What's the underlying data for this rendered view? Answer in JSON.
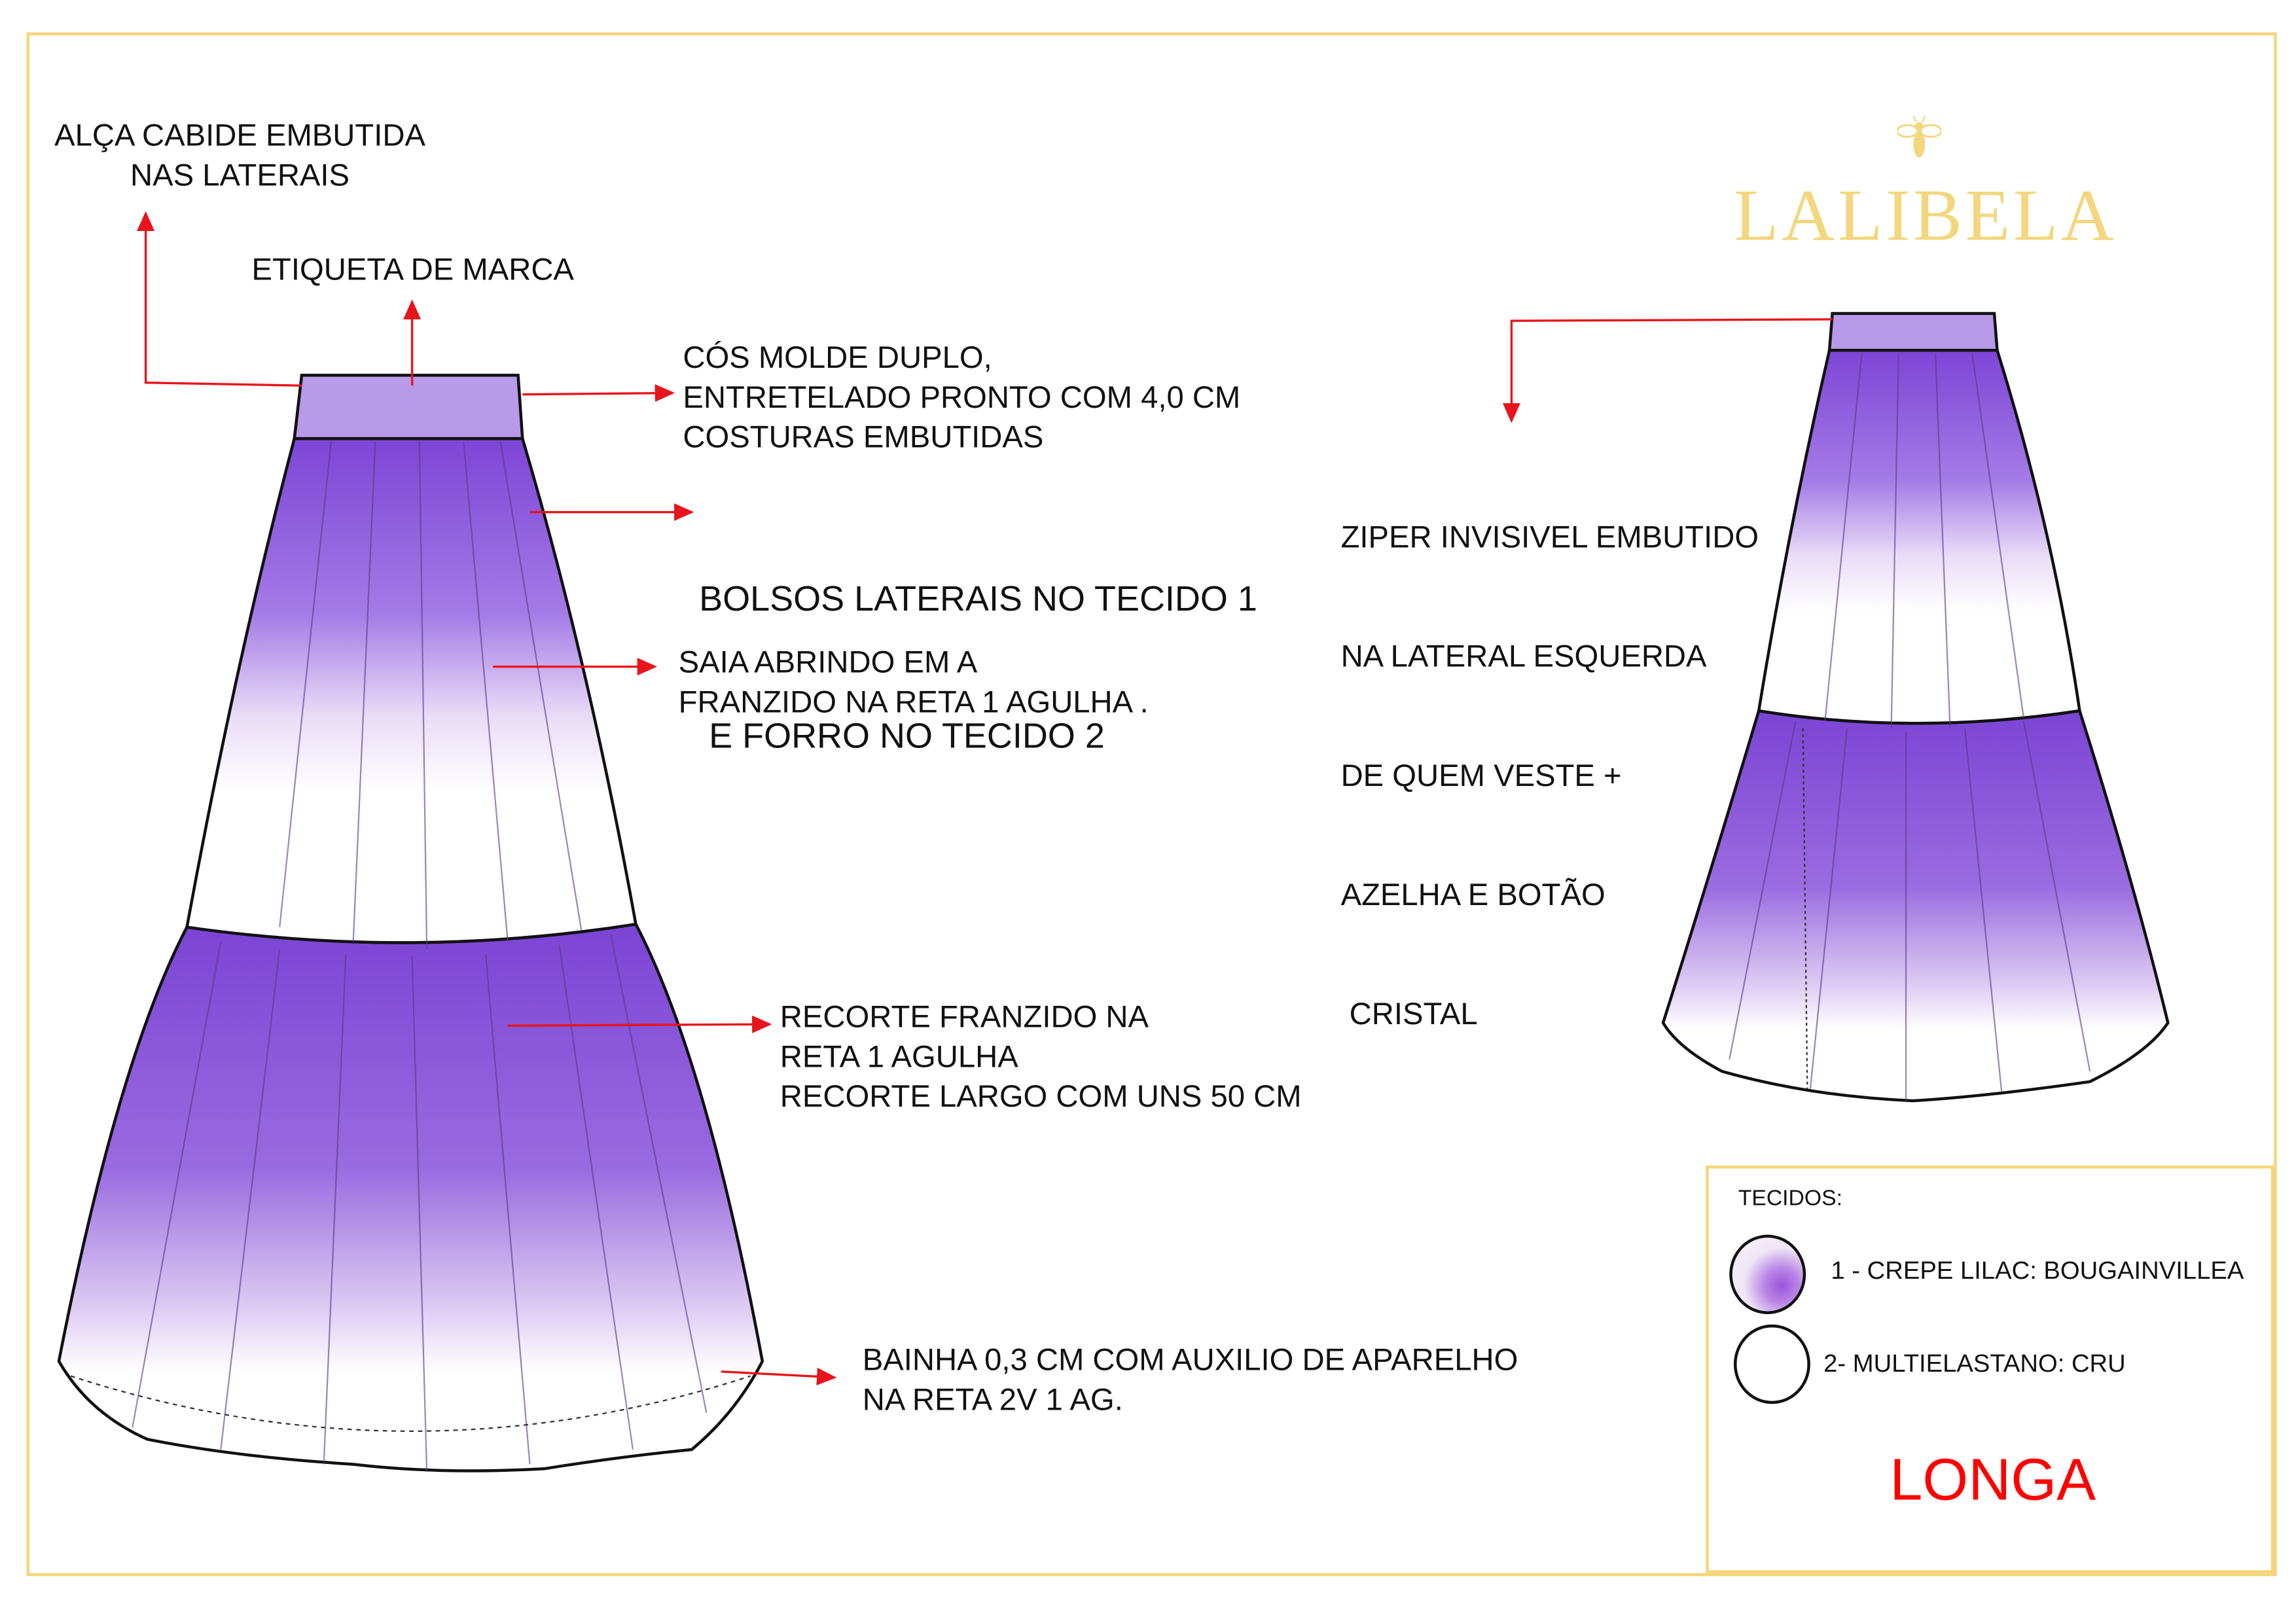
{
  "brand": {
    "name": "LALIBELA",
    "logo_icon": "bee-icon",
    "color": "#f3d77e"
  },
  "annotations": {
    "hanger_loop": [
      "ALÇA CABIDE EMBUTIDA",
      "NAS LATERAIS"
    ],
    "brand_label": [
      "ETIQUETA DE MARCA"
    ],
    "waistband": [
      "CÓS MOLDE DUPLO,",
      "ENTRETELADO PRONTO COM 4,0 CM",
      "COSTURAS EMBUTIDAS"
    ],
    "pockets": [
      "BOLSOS LATERAIS NO TECIDO 1",
      " E FORRO NO TECIDO 2"
    ],
    "skirt_body": [
      "SAIA ABRINDO EM A",
      "FRANZIDO NA RETA 1 AGULHA ."
    ],
    "tier_seam": [
      "RECORTE FRANZIDO NA",
      "RETA 1 AGULHA",
      "RECORTE LARGO COM UNS 50 CM"
    ],
    "hem": [
      "BAINHA 0,3 CM COM AUXILIO DE APARELHO",
      "NA RETA 2V 1 AG."
    ],
    "zipper": [
      "ZIPER INVISIVEL EMBUTIDO",
      "NA LATERAL ESQUERDA",
      "DE QUEM VESTE +",
      "AZELHA E BOTÃO",
      " CRISTAL"
    ]
  },
  "legend": {
    "title": "TECIDOS:",
    "fabrics": [
      {
        "label": "1 - CREPE LILAC: BOUGAINVILLEA",
        "swatch": "lilac-print"
      },
      {
        "label": "2- MULTIELASTANO: CRU",
        "swatch": "plain-white"
      }
    ],
    "length": "LONGA"
  },
  "colors": {
    "frame": "#f5d57a",
    "arrow": "#e8141b",
    "print": "#8b4fd8",
    "length_label": "#ff0000"
  }
}
